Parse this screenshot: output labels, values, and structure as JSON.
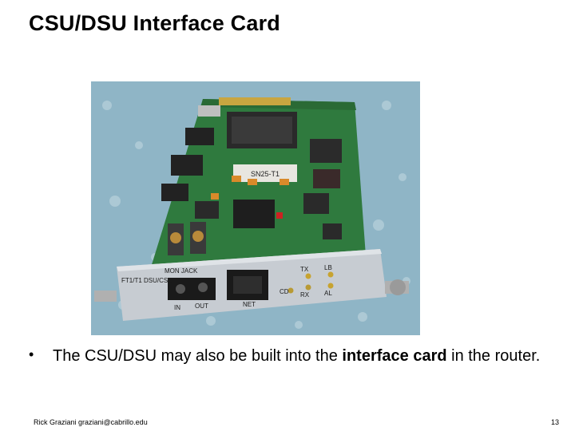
{
  "slide": {
    "title": "CSU/DSU Interface Card",
    "bullet": {
      "marker": "•",
      "text_before": "The CSU/DSU may also be built into the ",
      "text_bold": "interface card",
      "text_after": " in the router."
    },
    "footer_author": "Rick Graziani graziani@cabrillo.edu",
    "page_number": "13"
  },
  "photo": {
    "panel_labels": {
      "mon_jack": "MON JACK",
      "product": "FT1/T1 DSU/CSU",
      "in": "IN",
      "out": "OUT",
      "net": "NET",
      "tx": "TX",
      "lb": "LB",
      "cd": "CD",
      "rx": "RX",
      "al": "AL"
    },
    "chip_label": "SN25-T1"
  }
}
